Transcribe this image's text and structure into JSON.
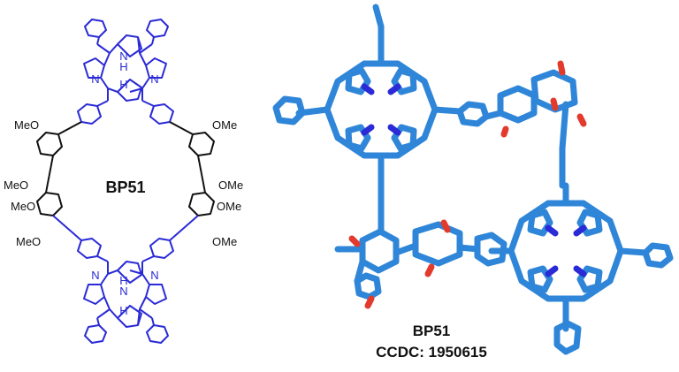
{
  "left_panel": {
    "compound_label": "BP51",
    "nh_label": "N\nH",
    "n_label": "N",
    "h_label": "H",
    "substituent": "MeO",
    "substituent_right": "OMe"
  },
  "right_panel": {
    "compound_label": "BP51",
    "ccdc_label": "CCDC: 1950615"
  },
  "colors": {
    "porphyrin": "#2a2ad6",
    "linker": "#111111",
    "crystal_carbon": "#2f86d8",
    "crystal_nitrogen": "#2a2ad6",
    "crystal_oxygen": "#e23b2e"
  },
  "icons": [
    "porphyrin-ring",
    "phenyl-ring",
    "dimethoxybenzene-ring",
    "crystal-stick-model"
  ]
}
